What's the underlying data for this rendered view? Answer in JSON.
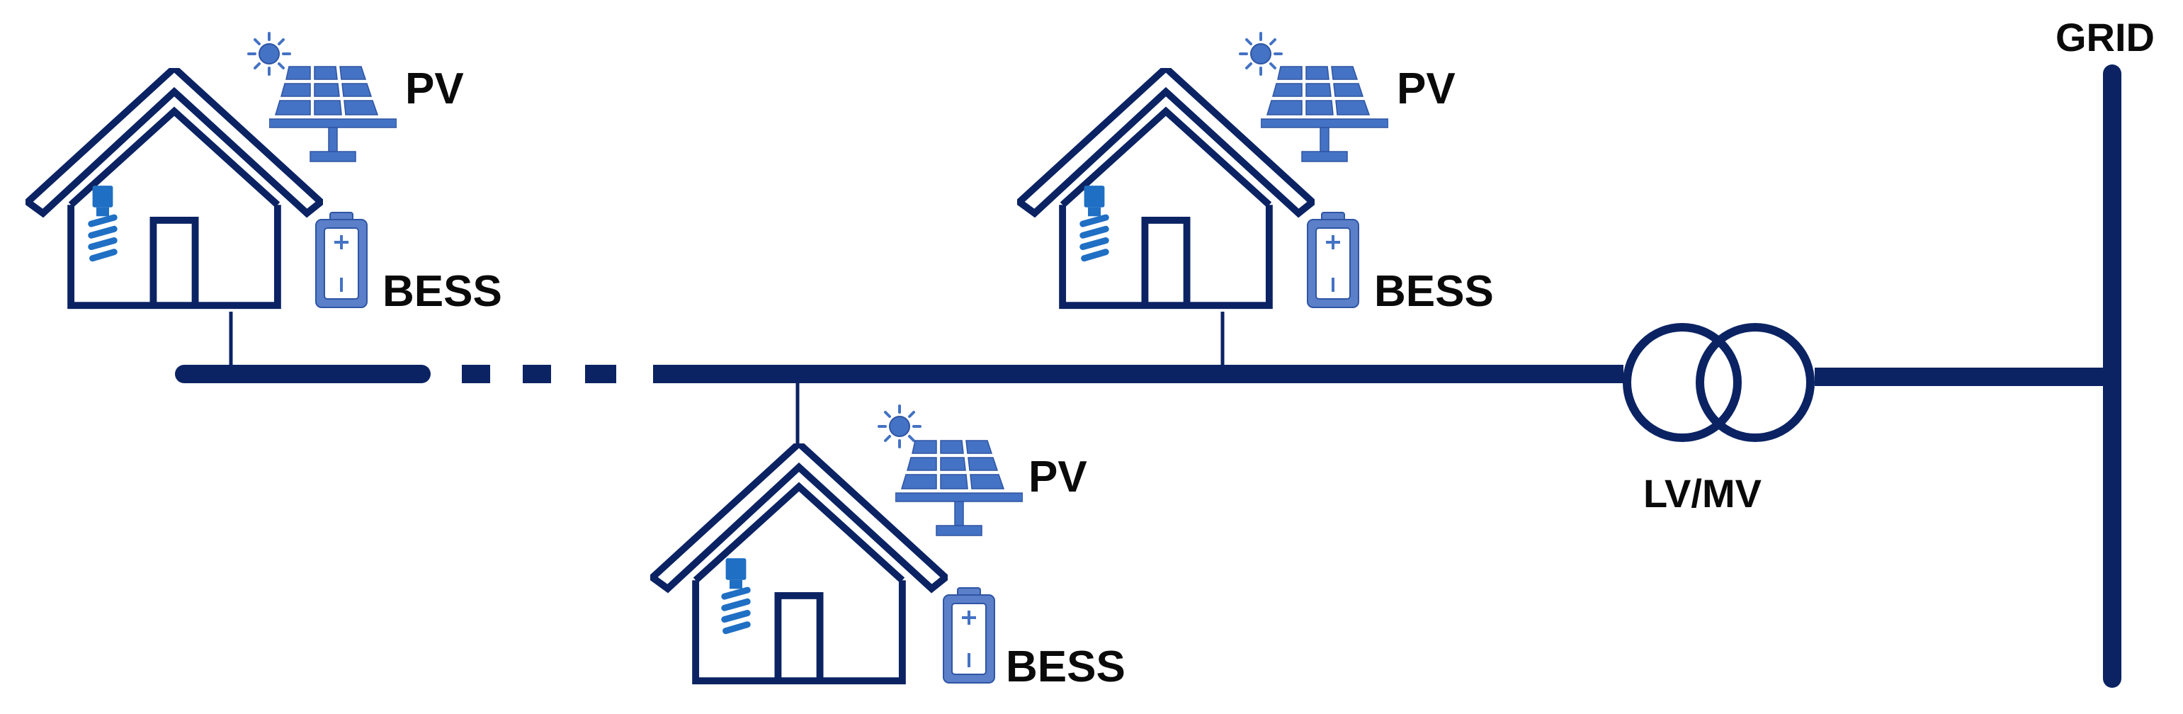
{
  "colors": {
    "line": "#0b2363",
    "panel": "#4472c4",
    "panel_edge": "#2f55a4",
    "bulb": "#1f6fc4",
    "battery": "#5b7fc8",
    "text": "#0a0a0a"
  },
  "labels": {
    "grid": "GRID",
    "transformer": "LV/MV",
    "pv": "PV",
    "bess": "BESS"
  },
  "icons": [
    "house-icon",
    "light-bulb-icon",
    "sun-icon",
    "solar-panel-icon",
    "battery-icon",
    "transformer-icon"
  ],
  "houses": [
    {
      "id": "house-1",
      "position": "upper-left",
      "pv_label": "PV",
      "bess_label": "BESS"
    },
    {
      "id": "house-2",
      "position": "upper-middle",
      "pv_label": "PV",
      "bess_label": "BESS"
    },
    {
      "id": "house-3",
      "position": "lower-middle",
      "pv_label": "PV",
      "bess_label": "BESS"
    }
  ]
}
